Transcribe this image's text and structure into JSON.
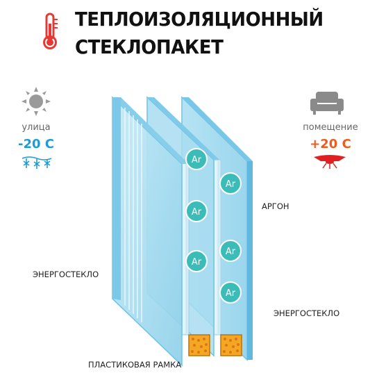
{
  "title": {
    "line1": "ТЕПЛОИЗОЛЯЦИОННЫЙ",
    "line2": "СТЕКЛОПАКЕТ"
  },
  "outside": {
    "label": "улица",
    "temperature": "-20 С",
    "icon": "sun-icon",
    "secondary_icon": "snowflake-icon",
    "color": "#1e9bd7"
  },
  "inside": {
    "label": "помещение",
    "temperature": "+20 С",
    "icon": "armchair-icon",
    "secondary_icon": "heat-lamp-icon",
    "color": "#f05a1e"
  },
  "title_icon": "thermometer-icon",
  "gas_badge": "Ar",
  "labels": {
    "argon": "АРГОН",
    "energy_glass_left": "ЭНЕРГОСТЕКЛО",
    "energy_glass_right": "ЭНЕРГОСТЕКЛО",
    "frame": "ПЛАСТИКОВАЯ РАМКА"
  },
  "colors": {
    "glass": "#a9dcef",
    "glass_edge": "#6cc3e6",
    "argon_badge": "#3bbcb8",
    "spacer_fill": "#f5a623",
    "thermometer": "#e53935"
  }
}
